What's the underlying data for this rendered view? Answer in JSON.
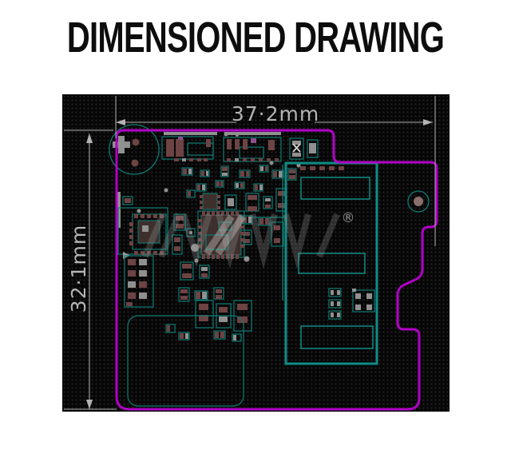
{
  "title": "DIMENSIONED DRAWING",
  "drawing": {
    "width_label": "37·2mm",
    "height_label": "32·1mm",
    "registered_mark": "®"
  },
  "colors": {
    "background": "#ffffff",
    "title_color": "#0d0d0d",
    "canvas_bg": "#060606",
    "grid_dot": "#232323",
    "board_outline": "#b100c7",
    "copper_teal": "#0d7c76",
    "shield_teal": "#0f8c86",
    "pad_maroon": "#6d4343",
    "pad_gray": "#909090",
    "pad_violet": "#8a4f8f",
    "chip_body": "#3d302c",
    "dimension_gray": "#b4b4b4",
    "watermark_gray": "#9a9a9a"
  },
  "pcb": {
    "shapes": [
      [
        "b",
        127,
        47,
        67,
        4
      ],
      [
        "b",
        203,
        47,
        71,
        4
      ],
      [
        "b",
        69,
        122,
        4,
        45
      ],
      [
        "o",
        125,
        53,
        64,
        28
      ],
      [
        "o",
        157,
        61,
        32,
        15
      ],
      [
        "p",
        130,
        56,
        10,
        22
      ],
      [
        "p",
        142,
        56,
        10,
        22
      ],
      [
        "v",
        145,
        53,
        6,
        4
      ],
      [
        "p",
        180,
        56,
        6,
        10
      ],
      [
        "p",
        140,
        80,
        6,
        4
      ],
      [
        "g",
        150,
        80,
        5,
        4
      ],
      [
        "p",
        159,
        80,
        5,
        4
      ],
      [
        "p",
        169,
        80,
        5,
        4
      ],
      [
        "p",
        177,
        80,
        5,
        4
      ],
      [
        "o",
        202,
        54,
        72,
        30
      ],
      [
        "o",
        222,
        66,
        30,
        14
      ],
      [
        "p",
        206,
        56,
        6,
        13
      ],
      [
        "p",
        216,
        56,
        6,
        13
      ],
      [
        "p",
        226,
        56,
        6,
        13
      ],
      [
        "v",
        236,
        55,
        7,
        6
      ],
      [
        "p",
        258,
        57,
        8,
        13
      ],
      [
        "p",
        206,
        80,
        5,
        4
      ],
      [
        "g",
        216,
        80,
        5,
        4
      ],
      [
        "p",
        226,
        80,
        5,
        4
      ],
      [
        "p",
        236,
        80,
        5,
        4
      ],
      [
        "p",
        246,
        80,
        5,
        4
      ],
      [
        "p",
        256,
        80,
        5,
        4
      ],
      [
        "p",
        266,
        80,
        5,
        4
      ],
      [
        "o",
        285,
        55,
        17,
        26
      ],
      [
        "g",
        288,
        58,
        11,
        5
      ],
      [
        "g",
        288,
        73,
        11,
        5
      ],
      [
        "x",
        289,
        62,
        9,
        10
      ],
      [
        "o",
        307,
        57,
        13,
        22
      ],
      [
        "g",
        309,
        61,
        9,
        13
      ],
      [
        "d",
        205,
        50,
        2.5
      ],
      [
        "d",
        262,
        86,
        2.5
      ],
      [
        "d",
        296,
        89,
        2.5
      ],
      [
        "d",
        219,
        51,
        2
      ],
      [
        "p",
        298,
        90,
        7,
        5
      ],
      [
        "p",
        310,
        90,
        7,
        5
      ],
      [
        "p",
        322,
        90,
        7,
        5
      ],
      [
        "p",
        334,
        90,
        7,
        5
      ],
      [
        "p",
        346,
        90,
        7,
        5
      ],
      [
        "o",
        150,
        92,
        13,
        9
      ],
      [
        "p",
        151,
        93,
        5,
        7
      ],
      [
        "g",
        158,
        93,
        4,
        7
      ],
      [
        "o",
        173,
        95,
        11,
        8
      ],
      [
        "p",
        174,
        96,
        4,
        6
      ],
      [
        "g",
        180,
        96,
        3,
        6
      ],
      [
        "o",
        199,
        90,
        9,
        13
      ],
      [
        "p",
        200,
        91,
        7,
        5
      ],
      [
        "g",
        200,
        98,
        7,
        4
      ],
      [
        "o",
        222,
        95,
        13,
        9
      ],
      [
        "p",
        223,
        96,
        5,
        7
      ],
      [
        "p",
        230,
        96,
        4,
        7
      ],
      [
        "o",
        247,
        89,
        11,
        8
      ],
      [
        "g",
        248,
        90,
        4,
        6
      ],
      [
        "p",
        254,
        90,
        3,
        6
      ],
      [
        "o",
        263,
        95,
        14,
        10
      ],
      [
        "p",
        264,
        96,
        5,
        8
      ],
      [
        "g",
        271,
        96,
        5,
        8
      ],
      [
        "o",
        283,
        93,
        10,
        14
      ],
      [
        "p",
        284,
        94,
        8,
        5
      ],
      [
        "p",
        284,
        101,
        8,
        5
      ],
      [
        "o",
        168,
        112,
        12,
        9
      ],
      [
        "p",
        169,
        113,
        4,
        7
      ],
      [
        "g",
        175,
        113,
        4,
        7
      ],
      [
        "o",
        192,
        108,
        10,
        8
      ],
      [
        "p",
        193,
        109,
        4,
        6
      ],
      [
        "p",
        198,
        109,
        3,
        6
      ],
      [
        "o",
        216,
        110,
        12,
        8
      ],
      [
        "g",
        217,
        111,
        4,
        6
      ],
      [
        "p",
        223,
        111,
        4,
        6
      ],
      [
        "o",
        240,
        112,
        11,
        9
      ],
      [
        "p",
        241,
        113,
        4,
        7
      ],
      [
        "g",
        247,
        113,
        4,
        7
      ],
      [
        "d",
        130,
        120,
        2.5
      ],
      [
        "d",
        96,
        146,
        2.5
      ],
      [
        "c",
        176,
        124,
        18,
        20
      ],
      [
        "p",
        172,
        126,
        4,
        4
      ],
      [
        "p",
        172,
        133,
        4,
        4
      ],
      [
        "p",
        172,
        140,
        4,
        4
      ],
      [
        "p",
        194,
        126,
        4,
        4
      ],
      [
        "p",
        194,
        133,
        4,
        4
      ],
      [
        "p",
        194,
        140,
        4,
        4
      ],
      [
        "o",
        204,
        126,
        14,
        18
      ],
      [
        "g",
        207,
        130,
        8,
        10
      ],
      [
        "o",
        156,
        120,
        10,
        9
      ],
      [
        "p",
        157,
        121,
        4,
        7
      ],
      [
        "o",
        230,
        124,
        16,
        22
      ],
      [
        "p",
        232,
        126,
        12,
        6
      ],
      [
        "p",
        232,
        140,
        12,
        6
      ],
      [
        "o",
        252,
        128,
        11,
        15
      ],
      [
        "g",
        254,
        130,
        7,
        4
      ],
      [
        "p",
        254,
        138,
        7,
        4
      ],
      [
        "o",
        268,
        118,
        13,
        28
      ],
      [
        "p",
        270,
        121,
        9,
        6
      ],
      [
        "p",
        270,
        136,
        9,
        6
      ],
      [
        "o",
        226,
        152,
        12,
        10
      ],
      [
        "p",
        227,
        153,
        4,
        8
      ],
      [
        "g",
        233,
        153,
        4,
        8
      ],
      [
        "o",
        246,
        154,
        14,
        10
      ],
      [
        "p",
        247,
        155,
        5,
        8
      ],
      [
        "p",
        254,
        155,
        5,
        8
      ],
      [
        "o",
        224,
        170,
        13,
        18
      ],
      [
        "p",
        226,
        172,
        9,
        5
      ],
      [
        "p",
        226,
        181,
        9,
        5
      ],
      [
        "o",
        262,
        160,
        15,
        30
      ],
      [
        "p",
        265,
        164,
        8,
        6
      ],
      [
        "p",
        265,
        180,
        8,
        6
      ],
      [
        "o",
        70,
        142,
        62,
        58
      ],
      [
        "o",
        88,
        150,
        42,
        44
      ],
      [
        "c",
        95,
        158,
        27,
        28
      ],
      [
        "p",
        90,
        150,
        5,
        5
      ],
      [
        "p",
        98,
        150,
        5,
        5
      ],
      [
        "p",
        106,
        150,
        5,
        5
      ],
      [
        "p",
        114,
        150,
        5,
        5
      ],
      [
        "p",
        122,
        150,
        5,
        5
      ],
      [
        "p",
        90,
        196,
        5,
        5
      ],
      [
        "p",
        98,
        196,
        5,
        5
      ],
      [
        "p",
        106,
        196,
        5,
        5
      ],
      [
        "p",
        114,
        196,
        5,
        5
      ],
      [
        "p",
        122,
        196,
        5,
        5
      ],
      [
        "p",
        84,
        160,
        5,
        5
      ],
      [
        "p",
        84,
        168,
        5,
        5
      ],
      [
        "p",
        84,
        176,
        5,
        5
      ],
      [
        "p",
        84,
        184,
        5,
        5
      ],
      [
        "g",
        100,
        164,
        8,
        8
      ],
      [
        "o",
        140,
        150,
        14,
        20
      ],
      [
        "p",
        142,
        152,
        10,
        6
      ],
      [
        "p",
        142,
        162,
        10,
        6
      ],
      [
        "o",
        76,
        128,
        12,
        10
      ],
      [
        "p",
        78,
        130,
        8,
        6
      ],
      [
        "tri",
        76,
        197,
        9,
        9
      ],
      [
        "o",
        78,
        202,
        36,
        64
      ],
      [
        "p",
        82,
        206,
        10,
        8
      ],
      [
        "g",
        96,
        206,
        10,
        8
      ],
      [
        "p",
        82,
        220,
        10,
        8
      ],
      [
        "g",
        96,
        220,
        10,
        8
      ],
      [
        "g",
        82,
        234,
        10,
        8
      ],
      [
        "p",
        96,
        234,
        10,
        8
      ],
      [
        "p",
        82,
        248,
        10,
        8
      ],
      [
        "g",
        96,
        248,
        10,
        8
      ],
      [
        "p",
        80,
        260,
        8,
        5
      ],
      [
        "o",
        138,
        176,
        12,
        24
      ],
      [
        "p",
        140,
        179,
        8,
        6
      ],
      [
        "p",
        140,
        190,
        8,
        6
      ],
      [
        "o",
        156,
        168,
        10,
        10
      ],
      [
        "d",
        161,
        173,
        2
      ],
      [
        "o",
        170,
        146,
        58,
        58
      ],
      [
        "c",
        174,
        151,
        50,
        50
      ],
      [
        "p",
        175,
        146,
        4,
        6
      ],
      [
        "p",
        181,
        146,
        4,
        6
      ],
      [
        "p",
        187,
        146,
        4,
        6
      ],
      [
        "p",
        193,
        146,
        4,
        6
      ],
      [
        "p",
        199,
        146,
        4,
        6
      ],
      [
        "p",
        205,
        146,
        4,
        6
      ],
      [
        "p",
        211,
        146,
        4,
        6
      ],
      [
        "p",
        217,
        146,
        4,
        6
      ],
      [
        "p",
        175,
        200,
        4,
        6
      ],
      [
        "p",
        181,
        200,
        4,
        6
      ],
      [
        "p",
        187,
        200,
        4,
        6
      ],
      [
        "p",
        193,
        200,
        4,
        6
      ],
      [
        "p",
        199,
        200,
        4,
        6
      ],
      [
        "p",
        205,
        200,
        4,
        6
      ],
      [
        "p",
        211,
        200,
        4,
        6
      ],
      [
        "p",
        217,
        200,
        4,
        6
      ],
      [
        "p",
        170,
        156,
        5,
        4
      ],
      [
        "p",
        170,
        164,
        5,
        4
      ],
      [
        "p",
        170,
        172,
        5,
        4
      ],
      [
        "p",
        170,
        180,
        5,
        4
      ],
      [
        "p",
        170,
        188,
        5,
        4
      ],
      [
        "p",
        223,
        156,
        5,
        4
      ],
      [
        "p",
        223,
        164,
        5,
        4
      ],
      [
        "p",
        223,
        172,
        5,
        4
      ],
      [
        "p",
        223,
        180,
        5,
        4
      ],
      [
        "p",
        223,
        188,
        5,
        4
      ],
      [
        "o",
        196,
        160,
        16,
        10
      ],
      [
        "o",
        180,
        176,
        28,
        18
      ],
      [
        "d",
        166,
        192,
        5
      ],
      [
        "d",
        231,
        206,
        3.5
      ],
      [
        "d",
        168,
        208,
        2.5
      ],
      [
        "o",
        148,
        210,
        16,
        22
      ],
      [
        "p",
        150,
        212,
        12,
        6
      ],
      [
        "p",
        150,
        224,
        12,
        6
      ],
      [
        "o",
        172,
        214,
        12,
        16
      ],
      [
        "g",
        174,
        216,
        8,
        5
      ],
      [
        "p",
        174,
        224,
        8,
        5
      ],
      [
        "o",
        146,
        242,
        13,
        17
      ],
      [
        "p",
        148,
        244,
        9,
        5
      ],
      [
        "p",
        148,
        252,
        9,
        5
      ],
      [
        "o",
        166,
        246,
        16,
        11
      ],
      [
        "p",
        167,
        247,
        6,
        9
      ],
      [
        "g",
        175,
        247,
        6,
        9
      ],
      [
        "o",
        190,
        242,
        12,
        14
      ],
      [
        "p",
        192,
        244,
        8,
        5
      ],
      [
        "p",
        192,
        251,
        8,
        5
      ],
      [
        "o",
        167,
        258,
        22,
        34
      ],
      [
        "p",
        171,
        262,
        12,
        8
      ],
      [
        "p",
        171,
        276,
        12,
        8
      ],
      [
        "o",
        193,
        262,
        18,
        30
      ],
      [
        "p",
        196,
        266,
        11,
        7
      ],
      [
        "g",
        196,
        278,
        11,
        7
      ],
      [
        "o",
        215,
        258,
        22,
        38
      ],
      [
        "p",
        219,
        262,
        13,
        8
      ],
      [
        "p",
        219,
        278,
        13,
        8
      ],
      [
        "o",
        130,
        288,
        11,
        10
      ],
      [
        "p",
        131,
        289,
        4,
        8
      ],
      [
        "o",
        146,
        298,
        13,
        9
      ],
      [
        "p",
        147,
        299,
        5,
        7
      ],
      [
        "g",
        154,
        299,
        4,
        7
      ],
      [
        "o",
        190,
        296,
        14,
        10
      ],
      [
        "p",
        191,
        297,
        5,
        8
      ],
      [
        "p",
        198,
        297,
        5,
        8
      ],
      [
        "o",
        213,
        300,
        11,
        9
      ],
      [
        "g",
        214,
        301,
        4,
        7
      ],
      [
        "s",
        299,
        104,
        86,
        27
      ],
      [
        "s",
        296,
        199,
        83,
        25
      ],
      [
        "s",
        299,
        290,
        90,
        28
      ],
      [
        "o",
        334,
        243,
        15,
        10
      ],
      [
        "g",
        336,
        245,
        4,
        6
      ],
      [
        "g",
        344,
        245,
        4,
        6
      ],
      [
        "o",
        334,
        257,
        15,
        10
      ],
      [
        "g",
        336,
        259,
        4,
        6
      ],
      [
        "g",
        344,
        259,
        4,
        6
      ],
      [
        "o",
        334,
        271,
        15,
        10
      ],
      [
        "g",
        336,
        273,
        4,
        6
      ],
      [
        "g",
        344,
        273,
        4,
        6
      ],
      [
        "o",
        364,
        245,
        27,
        27
      ],
      [
        "g",
        367,
        249,
        7,
        7
      ],
      [
        "g",
        381,
        249,
        7,
        7
      ],
      [
        "g",
        367,
        263,
        7,
        7
      ],
      [
        "g",
        381,
        263,
        7,
        7
      ],
      [
        "g",
        363,
        243,
        5,
        4
      ],
      [
        "m",
        92,
        60,
        4.5
      ],
      [
        "m",
        91,
        86,
        4.5
      ],
      [
        "g",
        63,
        59,
        22,
        8
      ],
      [
        "g",
        70,
        52,
        8,
        22
      ],
      [
        "l",
        276,
        88,
        276,
        258
      ],
      [
        "l",
        237,
        154,
        280,
        154
      ]
    ]
  }
}
